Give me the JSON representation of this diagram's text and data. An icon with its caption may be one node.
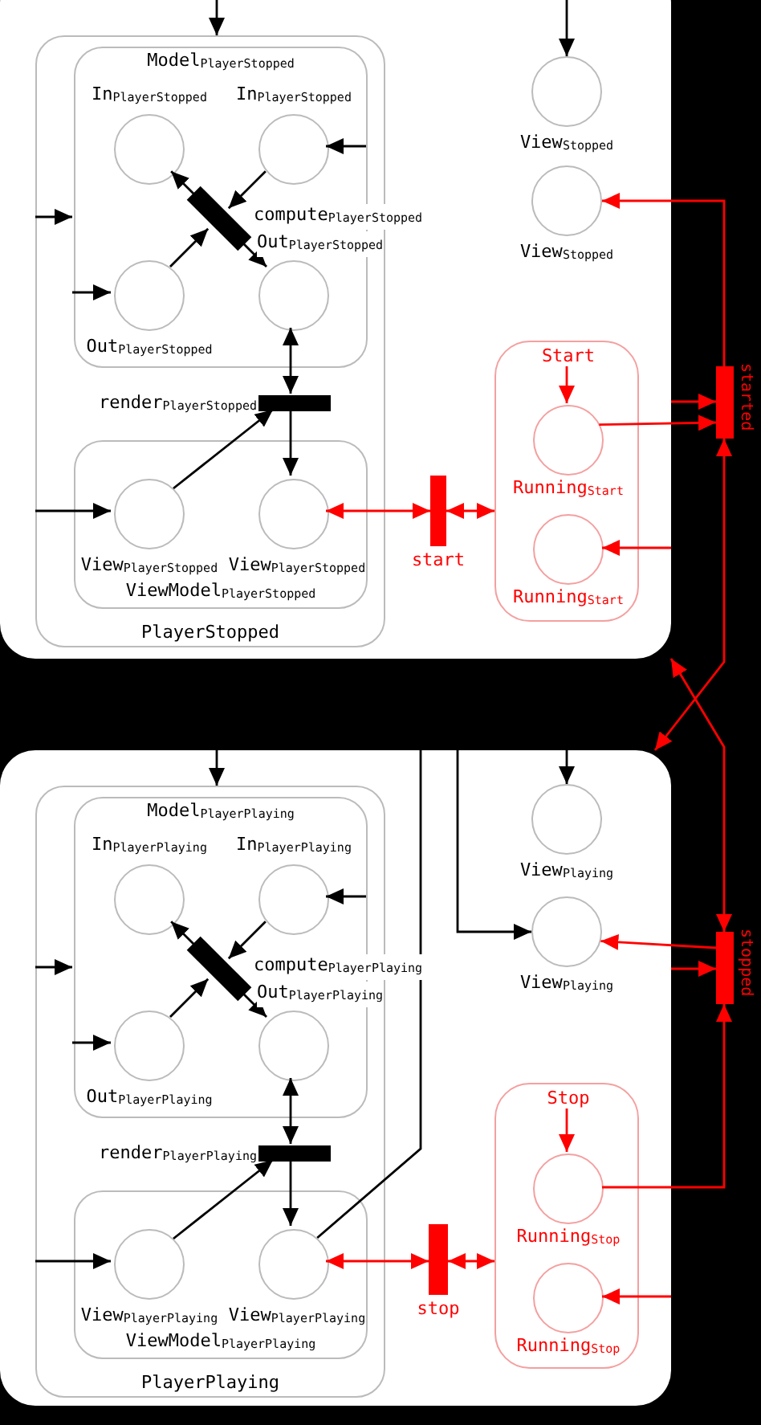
{
  "diagram": {
    "nodes": [
      {
        "text": [],
        "shape": "box"
      },
      {
        "text": [
          "PlayerStopped"
        ],
        "in": 0
      },
      {
        "text": [
          "Model$_{PlayerStopped}$"
        ],
        "in": 1
      },
      {
        "text": [
          "In$_{PlayerStopped}$"
        ],
        "in": 2
      },
      {
        "text": [
          "In$_{PlayerStopped}$"
        ],
        "in": 2
      },
      {
        "text": [
          "compute$_{PlayerStopped}$"
        ],
        "in": 0
      },
      {
        "text": [
          "Out$_{PlayerStopped}$"
        ],
        "in": 2
      },
      {
        "text": [
          "Out$_{PlayerStopped}$"
        ],
        "in": 2
      },
      {
        "text": [
          "render$_{PlayerStopped}$"
        ],
        "in": 1
      },
      {
        "text": [
          "ViewModel$_{PlayerStopped}$"
        ],
        "in": 1
      },
      {
        "text": [
          "View$_{PlayerStopped}$"
        ],
        "in": 9
      },
      {
        "text": [
          "View$_{PlayerStopped}$"
        ],
        "in": 9
      },
      {
        "text": [
          "View$_{Stopped}$"
        ],
        "in": 0
      },
      {
        "text": [
          "View$_{Stopped}$"
        ],
        "in": 0
      },
      {
        "text": [
          "start"
        ],
        "in": 0
      },
      {
        "text": [],
        "shape": "box",
        "in": 0
      },
      {
        "text": [
          "Start"
        ],
        "in": 15
      },
      {
        "text": [
          "Running$_{Start}$"
        ],
        "in": 15
      },
      {
        "text": [
          "Running$_{Start}$"
        ],
        "in": 15
      },
      {
        "text": [
          "started"
        ]
      },
      {
        "text": [],
        "shape": "box"
      },
      {
        "text": [
          "PlayerPlaying"
        ],
        "in": 20
      },
      {
        "text": [
          "Model$_{PlayerPlaying}$"
        ],
        "in": 21
      },
      {
        "text": [
          "In$_{PlayerPlaying}$"
        ],
        "in": 22
      },
      {
        "text": [
          "In$_{PlayerPlaying}$"
        ],
        "in": 22
      },
      {
        "text": [
          "compute$_{PlayerPlaying}$"
        ],
        "in": 20
      },
      {
        "text": [
          "Out$_{PlayerPlaying}$"
        ],
        "in": 22
      },
      {
        "text": [
          "Out$_{PlayerPlaying}$"
        ],
        "in": 22
      },
      {
        "text": [
          "render$_{PlayerPlaying}$"
        ],
        "in": 21
      },
      {
        "text": [
          "ViewModel$_{PlayerPlaying}$"
        ],
        "in": 21
      },
      {
        "text": [
          "View$_{PlayerPlaying}$"
        ],
        "in": 29
      },
      {
        "text": [
          "View$_{PlayerPlaying}$"
        ],
        "in": 29
      },
      {
        "text": [
          "View$_{Playing}$"
        ],
        "in": 20
      },
      {
        "text": [
          "View$_{Playing}$"
        ],
        "in": 20
      },
      {
        "text": [
          "stop"
        ],
        "in": 20
      },
      {
        "text": [],
        "shape": "box",
        "in": 20
      },
      {
        "text": [
          "Stop"
        ],
        "in": 35
      },
      {
        "text": [
          "Running$_{Stop}$"
        ],
        "in": 35
      },
      {
        "text": [
          "Running$_{Stop}$"
        ],
        "in": 35
      },
      {
        "text": [
          "stopped"
        ]
      }
    ],
    "edges": [
      {
        "from": null,
        "to": 1,
        "arrow": "to"
      },
      {
        "from": null,
        "to": 2,
        "arrow": "to"
      },
      {
        "from": null,
        "to": 4,
        "arrow": "to"
      },
      {
        "from": null,
        "to": 6,
        "arrow": "to"
      },
      {
        "from": 4,
        "to": 5,
        "arrow": "to"
      },
      {
        "from": 6,
        "to": 5,
        "arrow": "to"
      },
      {
        "from": 5,
        "to": 3,
        "arrow": "to"
      },
      {
        "from": 5,
        "to": 7,
        "arrow": "to"
      },
      {
        "from": 7,
        "to": 8,
        "arrow": "both"
      },
      {
        "from": 10,
        "to": 8,
        "arrow": "to"
      },
      {
        "from": 8,
        "to": 11,
        "arrow": "to"
      },
      {
        "from": null,
        "to": 10,
        "arrow": "to"
      },
      {
        "from": 14,
        "to": 11,
        "arrow": "both",
        "color": "#ff0000"
      },
      {
        "from": 14,
        "to": 15,
        "arrow": "both",
        "color": "#ff0000"
      },
      {
        "from": null,
        "to": 12,
        "arrow": "to"
      },
      {
        "from": 16,
        "to": 17,
        "arrow": "to",
        "color": "#ff0000"
      },
      {
        "from": 17,
        "to": 19,
        "arrow": "to",
        "color": "#ff0000"
      },
      {
        "from": 0,
        "to": 19,
        "arrow": "to",
        "color": "#ff0000"
      },
      {
        "from": 19,
        "to": 13,
        "arrow": "to",
        "color": "#ff0000"
      },
      {
        "from": 0,
        "to": 18,
        "arrow": "to",
        "color": "#ff0000"
      },
      {
        "from": 19,
        "to": 20,
        "arrow": "both",
        "color": "#ff0000"
      },
      {
        "from": null,
        "to": 21,
        "arrow": "to"
      },
      {
        "from": null,
        "to": 22,
        "arrow": "to"
      },
      {
        "from": null,
        "to": 24,
        "arrow": "to"
      },
      {
        "from": null,
        "to": 26,
        "arrow": "to"
      },
      {
        "from": 24,
        "to": 25,
        "arrow": "to"
      },
      {
        "from": 26,
        "to": 25,
        "arrow": "to"
      },
      {
        "from": 25,
        "to": 23,
        "arrow": "to"
      },
      {
        "from": 25,
        "to": 27,
        "arrow": "to"
      },
      {
        "from": 27,
        "to": 28,
        "arrow": "both"
      },
      {
        "from": 30,
        "to": 28,
        "arrow": "to"
      },
      {
        "from": 28,
        "to": 31,
        "arrow": "to"
      },
      {
        "from": null,
        "to": 30,
        "arrow": "to"
      },
      {
        "from": 31,
        "to": null,
        "arrow": "none"
      },
      {
        "from": 34,
        "to": 31,
        "arrow": "both",
        "color": "#ff0000"
      },
      {
        "from": 34,
        "to": 35,
        "arrow": "both",
        "color": "#ff0000"
      },
      {
        "from": null,
        "to": 32,
        "arrow": "to"
      },
      {
        "from": null,
        "to": 33,
        "arrow": "to"
      },
      {
        "from": 36,
        "to": 37,
        "arrow": "to",
        "color": "#ff0000"
      },
      {
        "from": 37,
        "to": 39,
        "arrow": "to",
        "color": "#ff0000"
      },
      {
        "from": 20,
        "to": 39,
        "arrow": "to",
        "color": "#ff0000"
      },
      {
        "from": 39,
        "to": 33,
        "arrow": "to",
        "color": "#ff0000"
      },
      {
        "from": 20,
        "to": 38,
        "arrow": "to",
        "color": "#ff0000"
      },
      {
        "from": 39,
        "to": 0,
        "arrow": "both",
        "color": "#ff0000"
      }
    ]
  }
}
